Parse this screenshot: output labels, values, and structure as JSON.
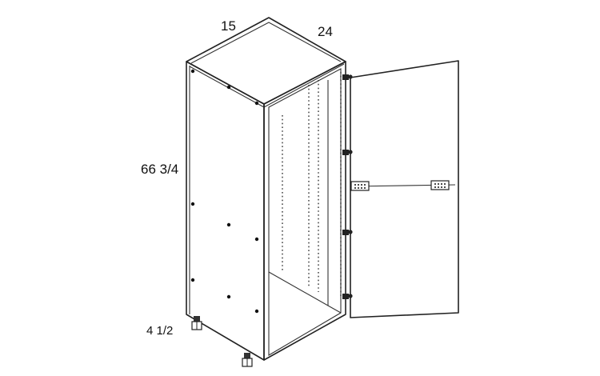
{
  "dimensions": {
    "width": "15",
    "depth": "24",
    "height": "66 3/4",
    "toe_kick": "4 1/2"
  },
  "colors": {
    "line": "#222222",
    "background": "#ffffff"
  }
}
